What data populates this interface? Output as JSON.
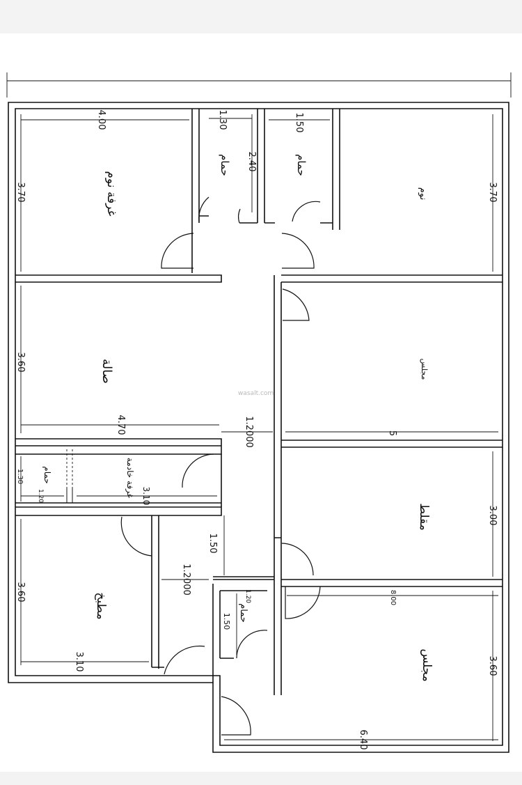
{
  "rooms": {
    "bedroom1": "غرفة نوم",
    "bath1": "حمام",
    "bath2": "حمام",
    "bedroom2": "نوم",
    "living": "صالة",
    "majlis_upper": "مجلس",
    "maid_room": "غرفة خادمة",
    "maid_bath": "حمام",
    "kitchen": "مطبخ",
    "dining": "مقلط",
    "guest_bath": "حمام",
    "majlis": "مجلس"
  },
  "dimensions": {
    "bed1_width": "4.00",
    "bed1_depth": "3.70",
    "bath1_width": "1.30",
    "bath_depth": "2.40",
    "bath2_width": "1.50",
    "bed2_depth": "3.70",
    "living_depth": "3.60",
    "living_width": "4.70",
    "corridor_width": "1.2000",
    "majlis_upper_width": "5",
    "maid_bath_width": "1.30",
    "maid_bath_inner": "1.20",
    "maid_room_width": "3.10",
    "dining_depth": "3.00",
    "entry_gap": "1.50",
    "kitchen_corridor": "1.2000",
    "kitchen_depth": "3.60",
    "kitchen_width": "3.10",
    "guest_bath_width": "1.50",
    "guest_bath_depth": "1.20",
    "majlis_depth": "3.60",
    "majlis_width": "6.40",
    "small_mark": "8.00"
  },
  "watermark": "wasalt.com"
}
